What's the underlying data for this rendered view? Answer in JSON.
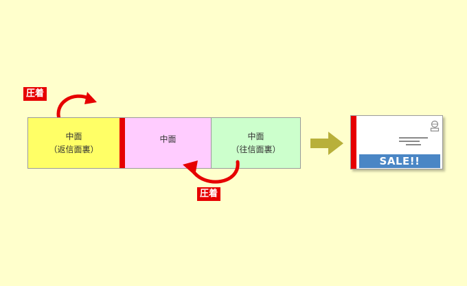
{
  "panels": [
    {
      "line1": "中面",
      "line2": "（返信面裏）"
    },
    {
      "line1": "中面",
      "line2": ""
    },
    {
      "line1": "中面",
      "line2": "（往信面裏）"
    }
  ],
  "labels": {
    "top_tag": "圧着",
    "bottom_tag": "圧着"
  },
  "card": {
    "banner": "SALE!!"
  },
  "colors": {
    "background": "#ffffcc",
    "panel_left": "#ffff66",
    "panel_middle": "#ffccff",
    "panel_right": "#ccffcc",
    "accent_red": "#e60000",
    "arrow_olive": "#b8b03a",
    "banner_blue": "#4a86c5"
  }
}
